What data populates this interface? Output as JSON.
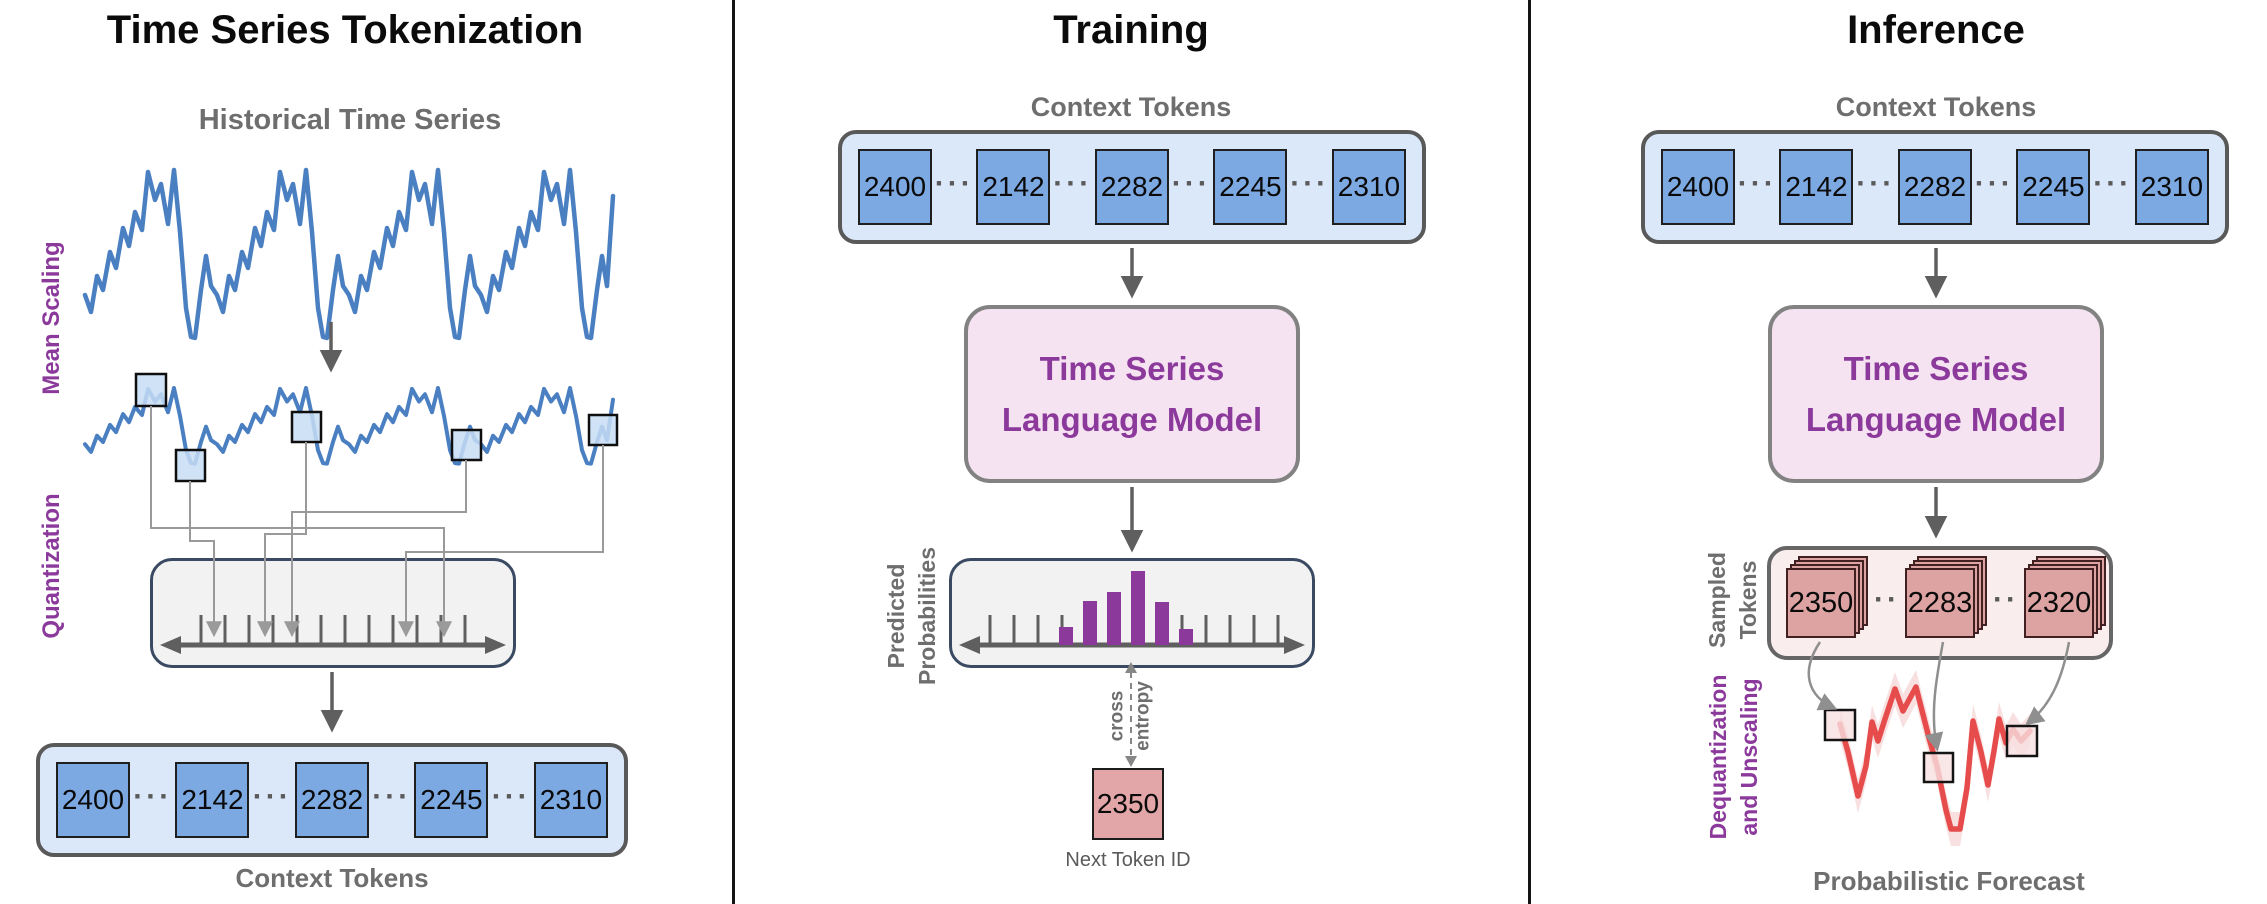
{
  "ui": {
    "ellipsis": "···"
  },
  "context_tokens": [
    "2400",
    "2142",
    "2282",
    "2245",
    "2310"
  ],
  "panels": {
    "tokenization": {
      "title": "Time Series Tokenization",
      "series_label": "Historical Time Series",
      "mean_scaling": "Mean Scaling",
      "quantization": "Quantization",
      "tokens_label": "Context Tokens"
    },
    "training": {
      "title": "Training",
      "tokens_label": "Context Tokens",
      "model_line1": "Time Series",
      "model_line2": "Language Model",
      "pred_line1": "Predicted",
      "pred_line2": "Probabilities",
      "ce_line1": "cross",
      "ce_line2": "entropy",
      "next_token": "2350",
      "next_token_label": "Next Token ID"
    },
    "inference": {
      "title": "Inference",
      "tokens_label": "Context Tokens",
      "model_line1": "Time Series",
      "model_line2": "Language Model",
      "sampled_line1": "Sampled",
      "sampled_line2": "Tokens",
      "sampled_tokens": [
        "2350",
        "2283",
        "2320"
      ],
      "dequant_line1": "Dequantization",
      "dequant_line2": "and Unscaling",
      "forecast_label": "Probabilistic Forecast"
    }
  },
  "colors": {
    "series_blue": "#4a7fc1",
    "token_blue": "#7da9e2",
    "token_container_blue": "#dbe8f9",
    "model_box_pink": "#f6e3f1",
    "purple_text": "#8b3a9b",
    "histogram_purple": "#8b3a9b",
    "next_token_pink": "#e2a6a8",
    "sampled_card_pink": "#dda3a3",
    "sampled_container_pink": "#f9eded",
    "forecast_red": "#e64c4c",
    "gray_label": "#6e6e6e"
  }
}
